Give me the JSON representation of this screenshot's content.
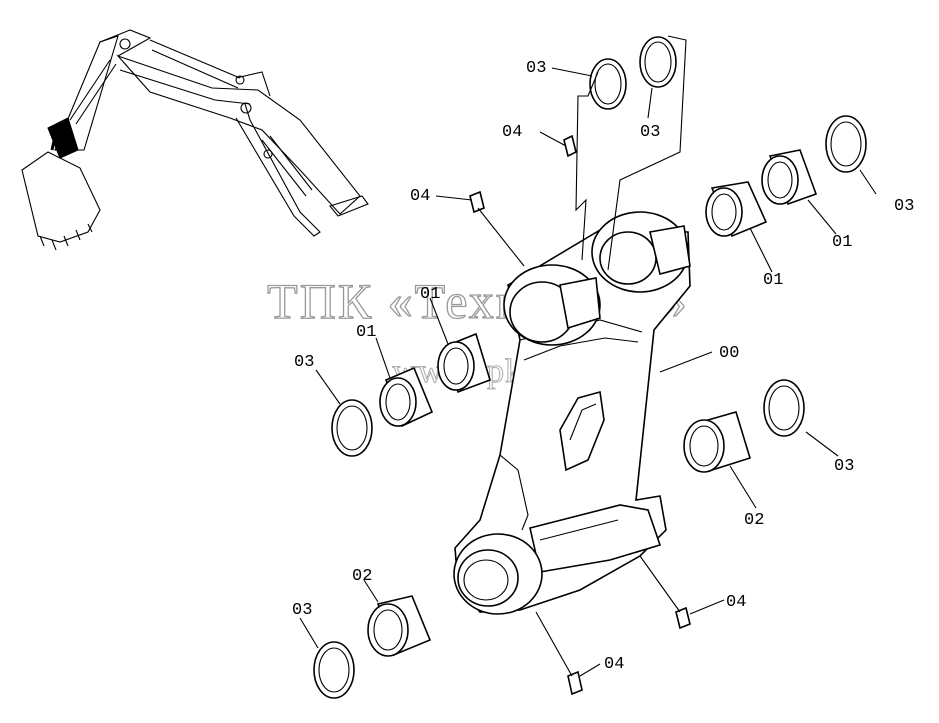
{
  "watermark": {
    "line1": "ТПК «Техно-Сиб»",
    "line2": "www.tpkts.ru"
  },
  "callouts": {
    "c00": "00",
    "c01a": "01",
    "c01b": "01",
    "c01c": "01",
    "c01d": "01",
    "c02a": "02",
    "c02b": "02",
    "c03a": "03",
    "c03b": "03",
    "c03c": "03",
    "c03d": "03",
    "c03e": "03",
    "c03f": "03",
    "c04a": "04",
    "c04b": "04",
    "c04c": "04",
    "c04d": "04"
  }
}
